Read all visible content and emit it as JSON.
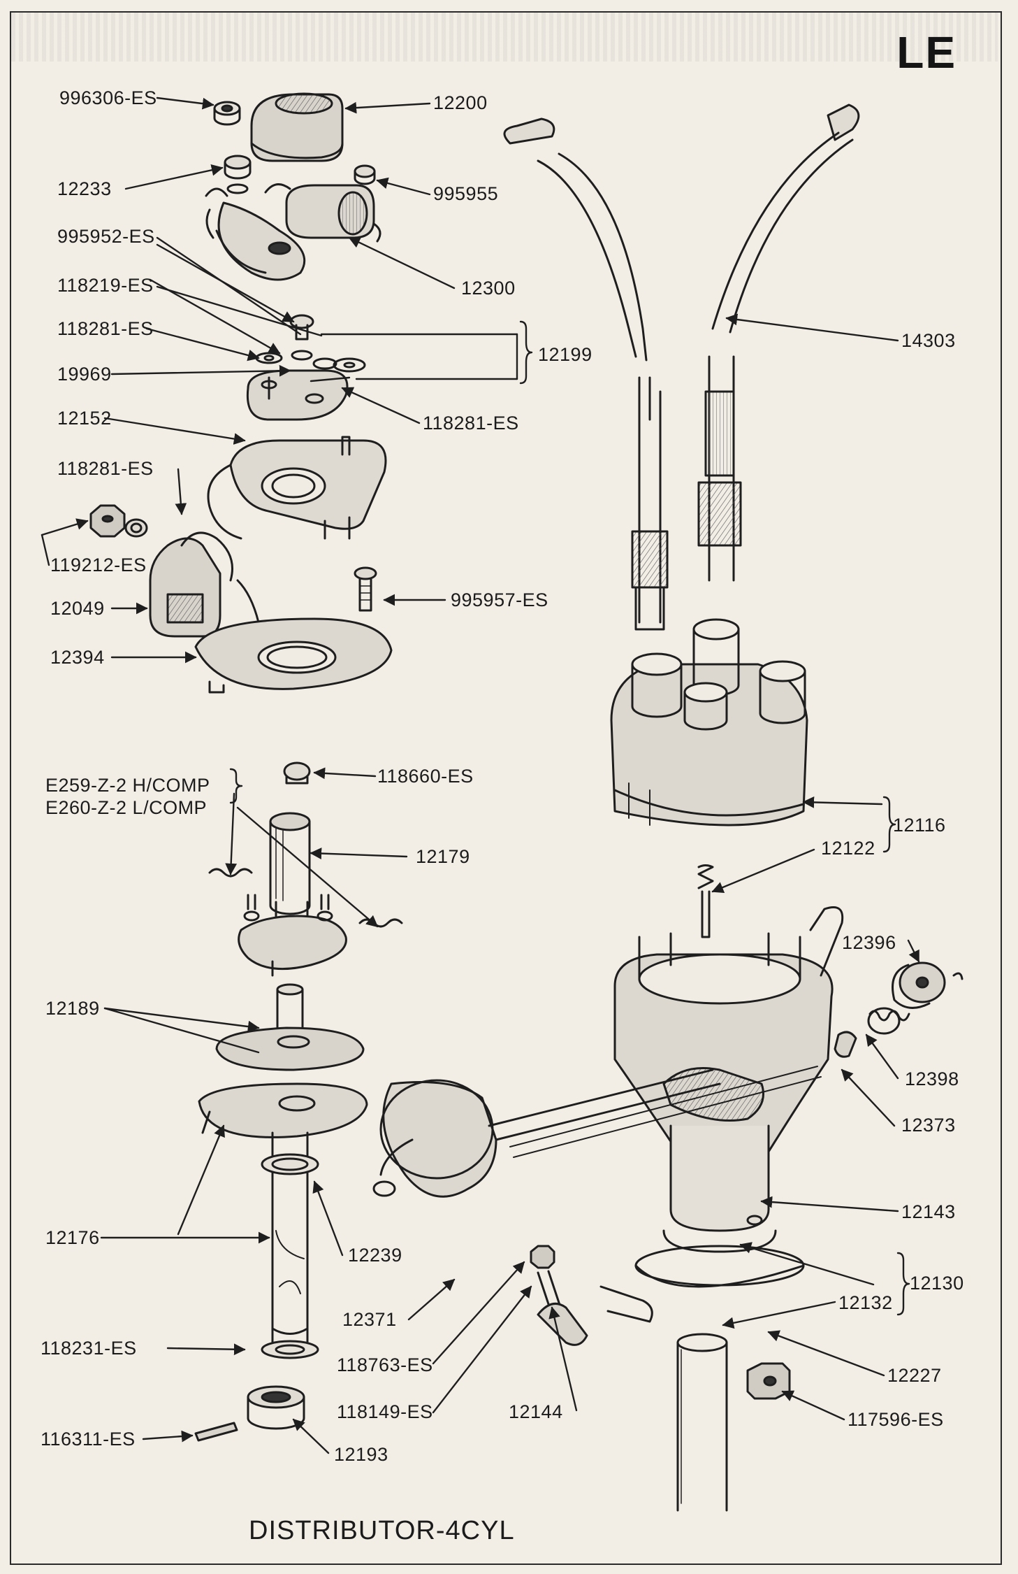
{
  "page": {
    "section_code": "LE",
    "title": "DISTRIBUTOR-4CYL"
  },
  "labels": {
    "p996306": "996306-ES",
    "p12200": "12200",
    "p12233": "12233",
    "p995955": "995955",
    "p995952": "995952-ES",
    "p118219": "118219-ES",
    "p12300": "12300",
    "p118281a": "118281-ES",
    "p12199": "12199",
    "p19969": "19969",
    "p118281b": "118281-ES",
    "p12152": "12152",
    "p118281c": "118281-ES",
    "p119212": "119212-ES",
    "p12049": "12049",
    "p995957": "995957-ES",
    "p12394": "12394",
    "p14303": "14303",
    "pE259": "E259-Z-2 H/COMP",
    "pE260": "E260-Z-2 L/COMP",
    "p118660": "118660-ES",
    "p12179": "12179",
    "p12116": "12116",
    "p12122": "12122",
    "p12396": "12396",
    "p12189": "12189",
    "p12398": "12398",
    "p12373": "12373",
    "p12143": "12143",
    "p12176": "12176",
    "p12239": "12239",
    "p12130": "12130",
    "p12132": "12132",
    "p12371": "12371",
    "p118231": "118231-ES",
    "p12227": "12227",
    "p118763": "118763-ES",
    "p118149": "118149-ES",
    "p12144": "12144",
    "p117596": "117596-ES",
    "p116311": "116311-ES",
    "p12193": "12193"
  }
}
